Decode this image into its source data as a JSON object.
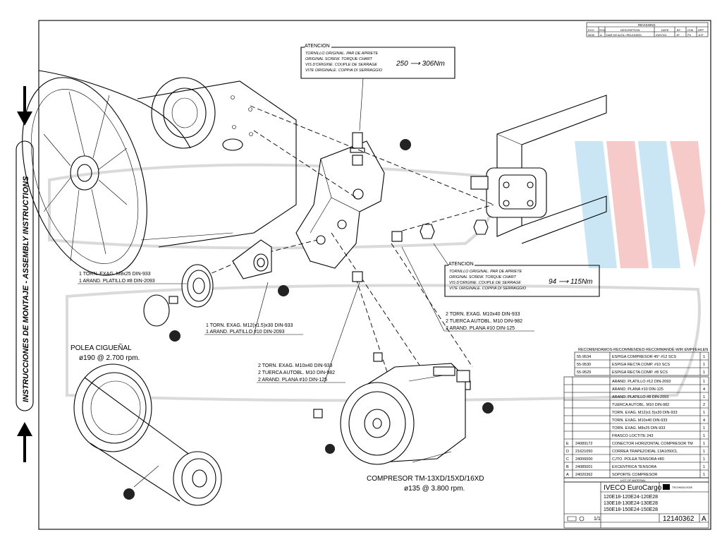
{
  "sidebar": {
    "label": "INSTRUCCIONES DE MONTAJE - ASSEMBLY INSTRUCTIONS"
  },
  "revisions": {
    "title": "REVISIONS",
    "headers": [
      "ECO",
      "SYM",
      "DESCRIPTION",
      "DATE",
      "BY",
      "CHK",
      "APP"
    ],
    "row": [
      "9635",
      "A",
      "DAR DE ALTA / RELEASED",
      "23/07/01",
      "JP",
      "PV",
      "JCP"
    ]
  },
  "torque_top": {
    "title": "ATENCION",
    "lines": [
      "TORNILLO ORIGINAL. PAR DE APRIETE",
      "ORIGINAL SCREW. TORQUE CHART",
      "VIS D'ORIGINE. COUPLE DE SERRAGE",
      "VITE ORIGINALE. COPPIA DI SERRAGGIO"
    ],
    "value": "250 ⟶ 306Nm"
  },
  "torque_mid": {
    "title": "ATENCION",
    "lines": [
      "TORNILLO ORIGINAL. PAR DE APRIETE",
      "ORIGINAL SCREW. TORQUE CHART",
      "VIS D'ORIGINE. COUPLE DE SERRAGE",
      "VITE ORIGINALE. COPPIA DI SERRAGGIO"
    ],
    "value": "94 ⟶ 115Nm"
  },
  "callouts": {
    "m8": [
      "1 TORN. EXAG. M8x25 DIN-933",
      "1 ARAND. PLATILLO #8 DIN-2093"
    ],
    "m12": [
      "1 TORN. EXAG. M12(x1.5)x30 DIN-933",
      "1 ARAND. PLATILLO #10 DIN-2093"
    ],
    "m10_right": [
      "2 TORN. EXAG. M10x40 DIN-933",
      "2 TUERCA AUTOBL. M10 DIN-982",
      "2 ARAND. PLANA #10 DIN-125"
    ],
    "m10_left": [
      "2 TORN. EXAG. M10x40 DIN-933",
      "2 TUERCA AUTOBL. M10 DIN-982",
      "2 ARAND. PLANA #10 DIN-125"
    ]
  },
  "pulley": {
    "title": "POLEA CIGUEÑAL",
    "spec": "ø190 @ 2.700 rpm."
  },
  "compressor": {
    "title": "COMPRESOR TM-13XD/15XD/16XD",
    "spec": "ø135 @ 3.800 rpm."
  },
  "recommended": {
    "header": "RECOMENDAMOS-RECOMMENDED-RECOMMANDÉ-WIR EMPFEHLEN",
    "rows": [
      [
        "55-9534",
        "ESPIGA COMPRESOR 45° #12 SCS",
        "1"
      ],
      [
        "55-9530",
        "ESPIGA RECTA COMP. #10 SCS",
        "1"
      ],
      [
        "55-9529",
        "ESPIGA RECTA COMP. #8 SCS",
        "1"
      ]
    ]
  },
  "materials": {
    "rows": [
      [
        "",
        "",
        "ARAND. PLATILLO #12 DIN-2093",
        "1"
      ],
      [
        "",
        "",
        "ARAND. PLANA #10 DIN-125",
        "4"
      ],
      [
        "",
        "",
        "ARAND. PLATILLO #8 DIN-2093",
        "1"
      ],
      [
        "",
        "",
        "TUERCA AUTOBL. M10 DIN-982",
        "2"
      ],
      [
        "",
        "",
        "TORN. EXAG. M12(x1.5)x30 DIN-933",
        "1"
      ],
      [
        "",
        "",
        "TORN. EXAG. M10x40 DIN-933",
        "4"
      ],
      [
        "",
        "",
        "TORN. EXAG. M8x25 DIN-933",
        "1"
      ],
      [
        "",
        "",
        "FRASCO LOCTITE 243",
        "1"
      ],
      [
        "E",
        "24089172",
        "CONECTOR HORIZONTAL COMPRESOR TM",
        "1"
      ],
      [
        "D",
        "21621050",
        "CORREA TRAPEZOIDAL 13A1050CL",
        "1"
      ],
      [
        "C",
        "24006000",
        "CJTO. POLEA TENSORA #80",
        "1"
      ],
      [
        "B",
        "24085001",
        "EXCENTRICA TENSORA",
        "1"
      ],
      [
        "A",
        "24020362",
        "SOPORTE COMPRESOR",
        "1"
      ]
    ],
    "footer": "LIST OF MATERIAL"
  },
  "title_block": {
    "vehicle": "IVECO EuroCargo",
    "models": [
      "120E18-120E24-120E28",
      "130E18-130E24-130E28",
      "150E18-150E24-150E28"
    ],
    "company": "TECHNOLOGIE",
    "sheet": "1/1",
    "drawing_no": "12140362",
    "rev": "A"
  },
  "watermark": {
    "color_red": "#f2a0a0",
    "color_blue": "#9fd2ee"
  }
}
